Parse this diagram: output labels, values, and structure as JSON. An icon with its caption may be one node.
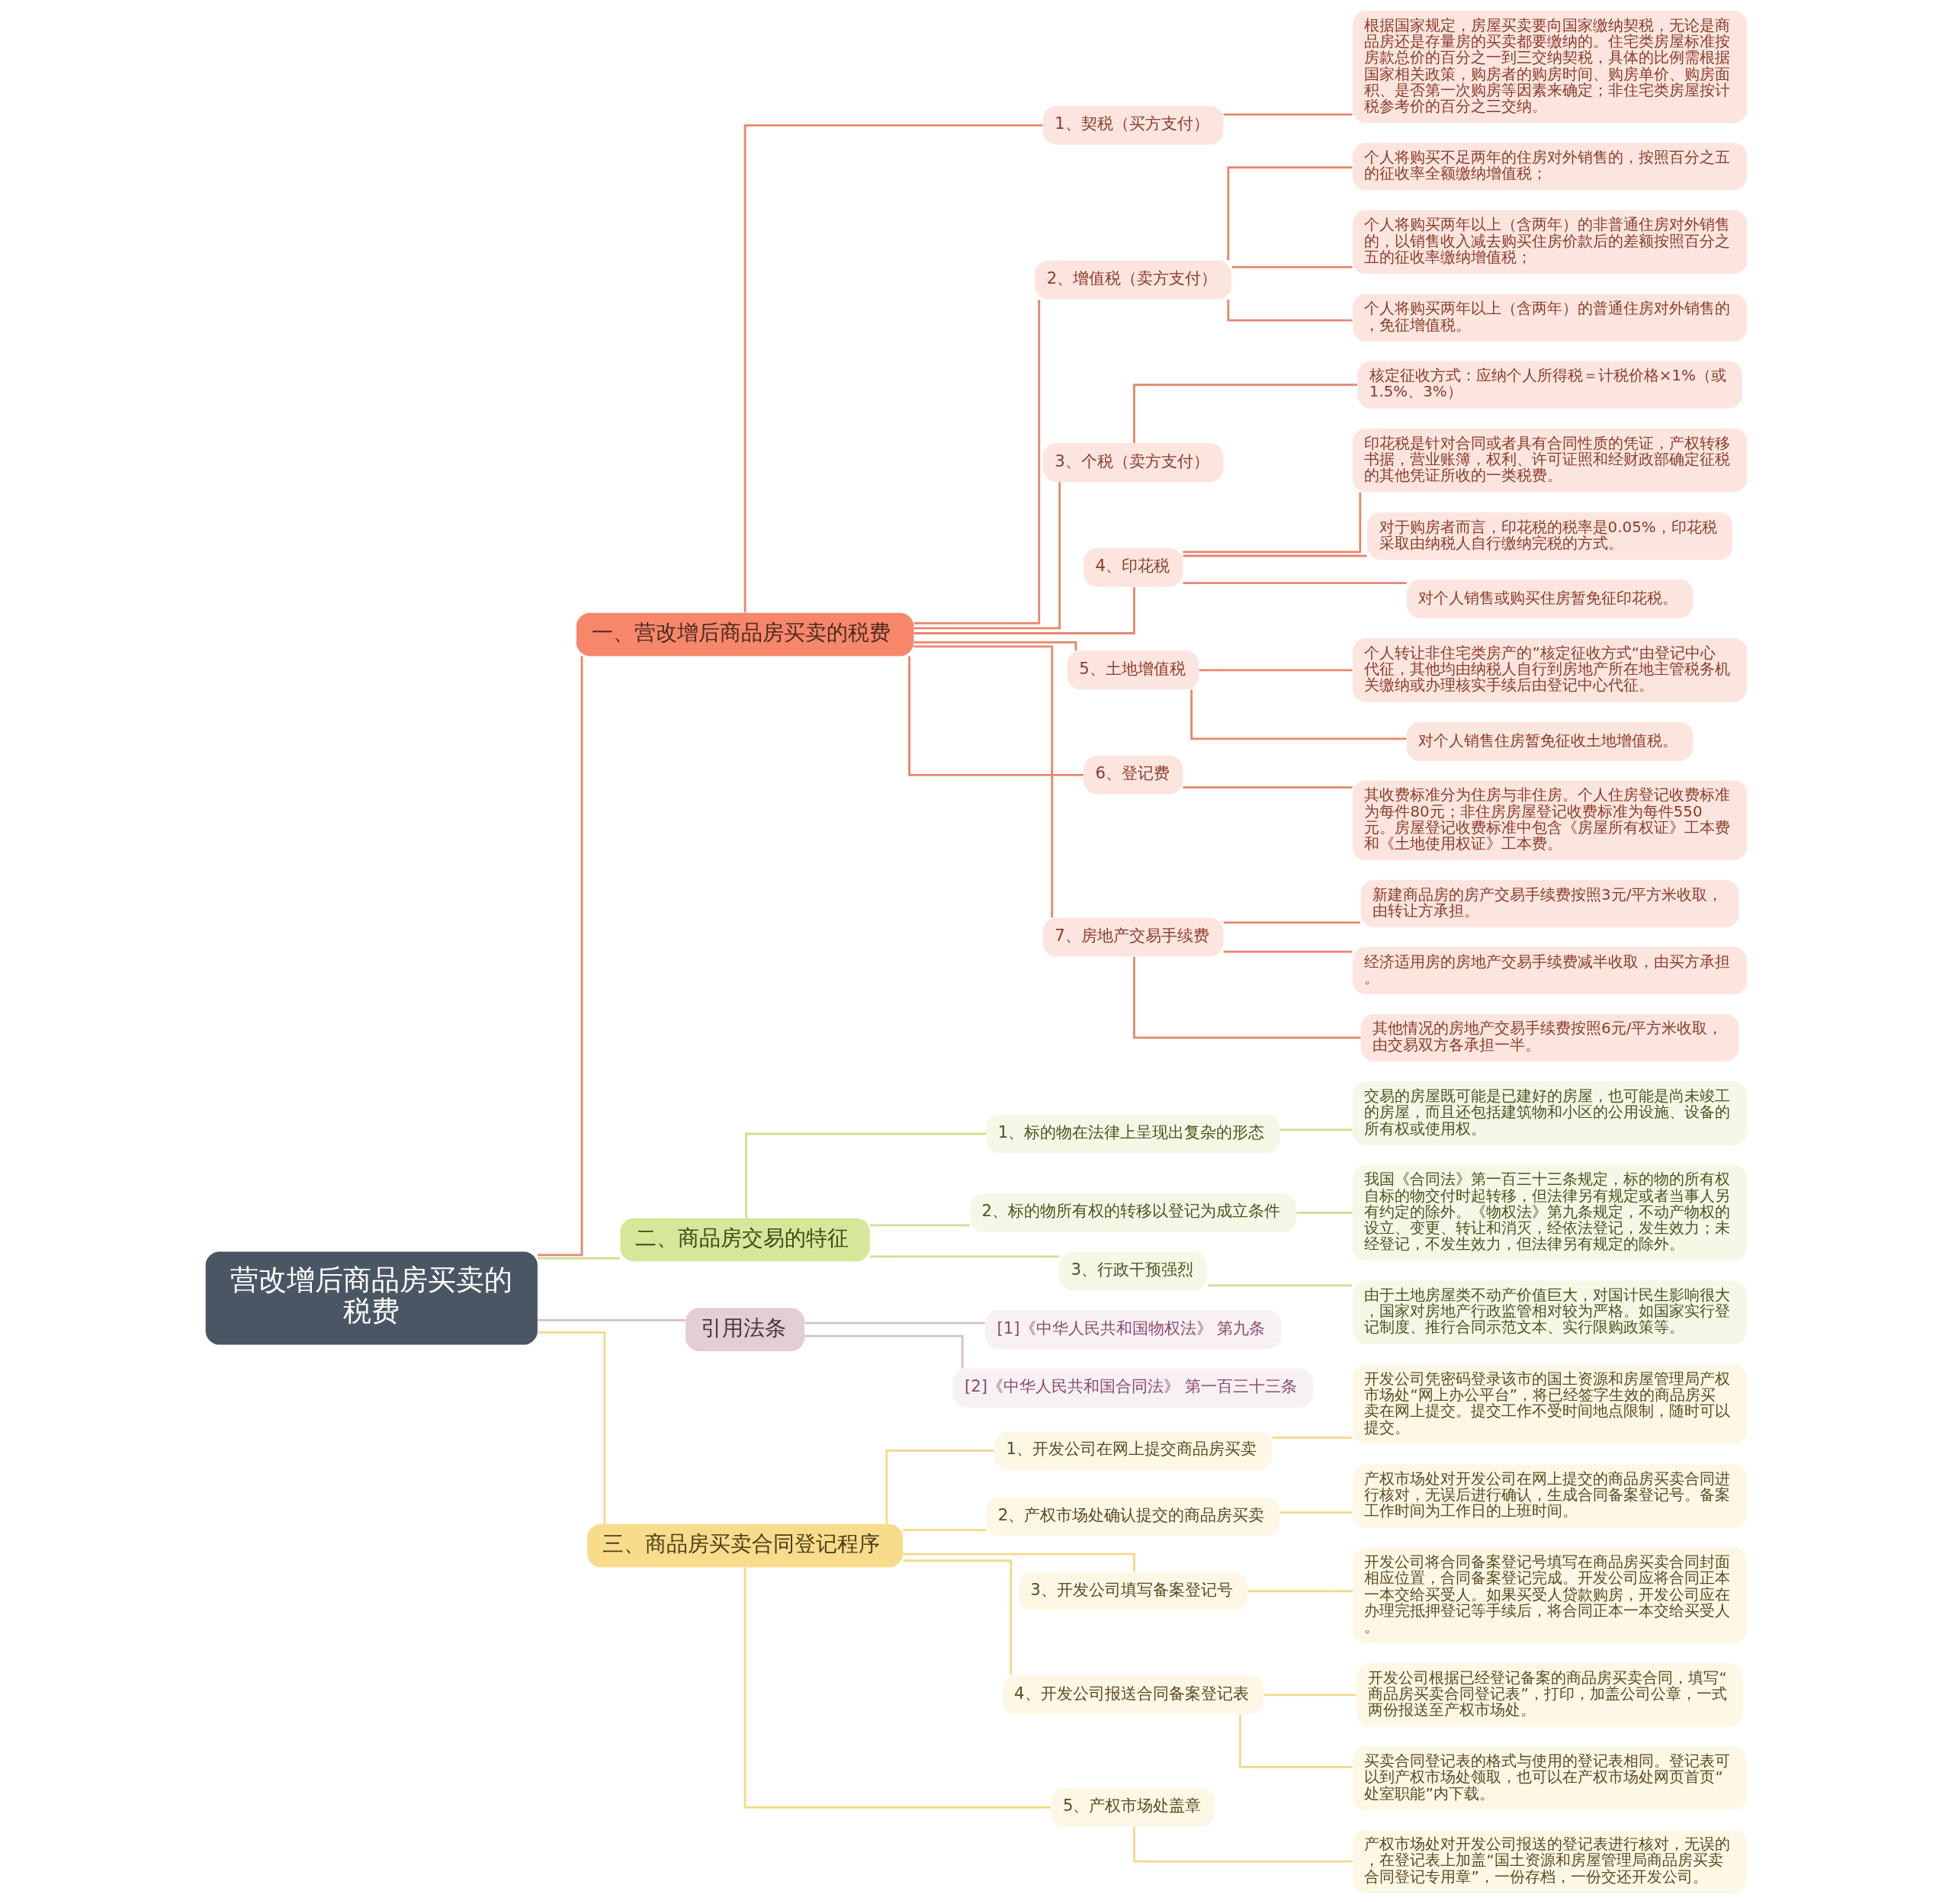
{
  "diagram": {
    "nodes": [
      {
        "text": [
          "营改增后商品房买卖的税费"
        ]
      },
      {
        "text": [
          "一、营改增后商品房买卖的税费"
        ]
      },
      {
        "text": [
          "1、契税（买方支付）"
        ]
      },
      {
        "text": [
          "根据国家规定，房屋买卖要向国家缴纳契税，无论是商品房还是存量房的买卖都要缴纳的。住宅类房屋标准按房款总价的百分之一到三交纳契税，具体的比例需根据国家相关政策，购房者的购房时间、购房单价、购房面积、是否第一次购房等因素来确定；非住宅类房屋按计税参考价的百分之三交纳。"
        ]
      },
      {
        "text": [
          "2、增值税（卖方支付）"
        ]
      },
      {
        "text": [
          "个人将购买不足两年的住房对外销售的，按照百分之五的征收率全额缴纳增值税；"
        ]
      },
      {
        "text": [
          "个人将购买两年以上（含两年）的非普通住房对外销售的，以销售收入减去购买住房价款后的差额按照百分之五的征收率缴纳增值税；"
        ]
      },
      {
        "text": [
          "个人将购买两年以上（含两年）的普通住房对外销售的，免征增值税。"
        ]
      },
      {
        "text": [
          "3、个税（卖方支付）"
        ]
      },
      {
        "text": [
          "核定征收方式：应纳个人所得税＝计税价格×1%（或1.5%、3%）"
        ]
      },
      {
        "text": [
          "4、印花税"
        ]
      },
      {
        "text": [
          "印花税是针对合同或者具有合同性质的凭证，产权转移书据，营业账簿，权利、许可证照和经财政部确定征税的其他凭证所收的一类税费。"
        ]
      },
      {
        "text": [
          "对于购房者而言，印花税的税率是0.05%，印花税采取由纳税人自行缴纳完税的方式。"
        ]
      },
      {
        "text": [
          "对个人销售或购买住房暂免征印花税。"
        ]
      },
      {
        "text": [
          "5、土地增值税"
        ]
      },
      {
        "text": [
          "个人转让非住宅类房产的”核定征收方式“由登记中心代征，其他均由纳税人自行到房地产所在地主管税务机关缴纳或办理核实手续后由登记中心代征。"
        ]
      },
      {
        "text": [
          "对个人销售住房暂免征收土地增值税。"
        ]
      },
      {
        "text": [
          "6、登记费"
        ]
      },
      {
        "text": [
          "其收费标准分为住房与非住房。个人住房登记收费标准为每件80元；非住房房屋登记收费标准为每件550元。房屋登记收费标准中包含《房屋所有权证》工本费和《土地使用权证》工本费。"
        ]
      },
      {
        "text": [
          "7、房地产交易手续费"
        ]
      },
      {
        "text": [
          "新建商品房的房产交易手续费按照3元/平方米收取，由转让方承担。"
        ]
      },
      {
        "text": [
          "经济适用房的房地产交易手续费减半收取，由买方承担。"
        ]
      },
      {
        "text": [
          "其他情况的房地产交易手续费按照6元/平方米收取，由交易双方各承担一半。"
        ]
      },
      {
        "text": [
          "二、商品房交易的特征"
        ]
      },
      {
        "text": [
          "1、标的物在法律上呈现出复杂的形态"
        ]
      },
      {
        "text": [
          "交易的房屋既可能是已建好的房屋，也可能是尚未竣工的房屋，而且还包括建筑物和小区的公用设施、设备的所有权或使用权。"
        ]
      },
      {
        "text": [
          "2、标的物所有权的转移以登记为成立条件"
        ]
      },
      {
        "text": [
          "我国《合同法》第一百三十三条规定，标的物的所有权自标的物交付时起转移，但法律另有规定或者当事人另有约定的除外。《物权法》第九条规定，不动产物权的设立、变更、转让和消灭，经依法登记，发生效力；未经登记，不发生效力，但法律另有规定的除外。"
        ]
      },
      {
        "text": [
          "3、行政干预强烈"
        ]
      },
      {
        "text": [
          "由于土地房屋类不动产价值巨大，对国计民生影响很大，国家对房地产行政监管相对较为严格。如国家实行登记制度、推行合同示范文本、实行限购政策等。"
        ]
      },
      {
        "text": [
          "引用法条"
        ]
      },
      {
        "text": [
          "[1]《中华人民共和国物权法》 第九条"
        ]
      },
      {
        "text": [
          "[2]《中华人民共和国合同法》 第一百三十三条"
        ]
      },
      {
        "text": [
          "三、商品房买卖合同登记程序"
        ]
      },
      {
        "text": [
          "1、开发公司在网上提交商品房买卖"
        ]
      },
      {
        "text": [
          "开发公司凭密码登录该市的国土资源和房屋管理局产权市场处“网上办公平台”，将已经签字生效的商品房买卖在网上提交。提交工作不受时间地点限制，随时可以提交。"
        ]
      },
      {
        "text": [
          "2、产权市场处确认提交的商品房买卖"
        ]
      },
      {
        "text": [
          "产权市场处对开发公司在网上提交的商品房买卖合同进行核对，无误后进行确认，生成合同备案登记号。备案工作时间为工作日的上班时间。"
        ]
      },
      {
        "text": [
          "3、开发公司填写备案登记号"
        ]
      },
      {
        "text": [
          "开发公司将合同备案登记号填写在商品房买卖合同封面相应位置，合同备案登记完成。开发公司应将合同正本一本交给买受人。如果买受人贷款购房，开发公司应在办理完抵押登记等手续后，将合同正本一本交给买受人。"
        ]
      },
      {
        "text": [
          "4、开发公司报送合同备案登记表"
        ]
      },
      {
        "text": [
          "开发公司根据已经登记备案的商品房买卖合同，填写“商品房买卖合同登记表”，打印，加盖公司公章，一式两份报送至产权市场处。"
        ]
      },
      {
        "text": [
          "买卖合同登记表的格式与使用的登记表相同。登记表可以到产权市场处领取，也可以在产权市场处网页首页“处室职能”内下载。"
        ]
      },
      {
        "text": [
          "5、产权市场处盖章"
        ]
      },
      {
        "text": [
          "产权市场处对开发公司报送的登记表进行核对，无误的，在登记表上加盖“国土资源和房屋管理局商品房买卖合同登记专用章”，一份存档，一份交还开发公司。"
        ]
      }
    ],
    "edges": [
      {
        "from": 0,
        "to": 1,
        "arrow": "none"
      },
      {
        "from": 1,
        "to": 2,
        "arrow": "none"
      },
      {
        "from": 2,
        "to": 3,
        "arrow": "none"
      },
      {
        "from": 1,
        "to": 4,
        "arrow": "none"
      },
      {
        "from": 4,
        "to": 5,
        "arrow": "none"
      },
      {
        "from": 4,
        "to": 6,
        "arrow": "none"
      },
      {
        "from": 4,
        "to": 7,
        "arrow": "none"
      },
      {
        "from": 1,
        "to": 8,
        "arrow": "none"
      },
      {
        "from": 8,
        "to": 9,
        "arrow": "none"
      },
      {
        "from": 1,
        "to": 10,
        "arrow": "none"
      },
      {
        "from": 10,
        "to": 11,
        "arrow": "none"
      },
      {
        "from": 10,
        "to": 12,
        "arrow": "none"
      },
      {
        "from": 10,
        "to": 13,
        "arrow": "none"
      },
      {
        "from": 1,
        "to": 14,
        "arrow": "none"
      },
      {
        "from": 14,
        "to": 15,
        "arrow": "none"
      },
      {
        "from": 14,
        "to": 16,
        "arrow": "none"
      },
      {
        "from": 1,
        "to": 17,
        "arrow": "none"
      },
      {
        "from": 17,
        "to": 18,
        "arrow": "none"
      },
      {
        "from": 1,
        "to": 19,
        "arrow": "none"
      },
      {
        "from": 19,
        "to": 20,
        "arrow": "none"
      },
      {
        "from": 19,
        "to": 21,
        "arrow": "none"
      },
      {
        "from": 19,
        "to": 22,
        "arrow": "none"
      },
      {
        "from": 0,
        "to": 23,
        "arrow": "none",
        "color": "#cfe08f"
      },
      {
        "from": 23,
        "to": 24,
        "arrow": "none",
        "color": "#cfe08f"
      },
      {
        "from": 24,
        "to": 25,
        "arrow": "none",
        "color": "#cfe08f"
      },
      {
        "from": 23,
        "to": 26,
        "arrow": "none",
        "color": "#cfe08f"
      },
      {
        "from": 26,
        "to": 27,
        "arrow": "none",
        "color": "#cfe08f"
      },
      {
        "from": 23,
        "to": 28,
        "arrow": "none",
        "color": "#cfe08f"
      },
      {
        "from": 28,
        "to": 29,
        "arrow": "none",
        "color": "#cfe08f"
      },
      {
        "from": 0,
        "to": 30,
        "arrow": "none",
        "color": "#d3c0c8"
      },
      {
        "from": 30,
        "to": 31,
        "arrow": "none",
        "color": "#d3c0c8"
      },
      {
        "from": 30,
        "to": 32,
        "arrow": "none",
        "color": "#d3c0c8"
      },
      {
        "from": 0,
        "to": 33,
        "arrow": "none",
        "color": "#f3d98a"
      },
      {
        "from": 33,
        "to": 34,
        "arrow": "none",
        "color": "#f3d98a"
      },
      {
        "from": 34,
        "to": 35,
        "arrow": "none",
        "color": "#f3d98a"
      },
      {
        "from": 33,
        "to": 36,
        "arrow": "none",
        "color": "#f3d98a"
      },
      {
        "from": 36,
        "to": 37,
        "arrow": "none",
        "color": "#f3d98a"
      },
      {
        "from": 33,
        "to": 38,
        "arrow": "none",
        "color": "#f3d98a"
      },
      {
        "from": 38,
        "to": 39,
        "arrow": "none",
        "color": "#f3d98a"
      },
      {
        "from": 33,
        "to": 40,
        "arrow": "none",
        "color": "#f3d98a"
      },
      {
        "from": 40,
        "to": 41,
        "arrow": "none",
        "color": "#f3d98a"
      },
      {
        "from": 40,
        "to": 42,
        "arrow": "none",
        "color": "#f3d98a"
      },
      {
        "from": 33,
        "to": 43,
        "arrow": "none",
        "color": "#f3d98a"
      },
      {
        "from": 43,
        "to": 44,
        "arrow": "none",
        "color": "#f3d98a"
      }
    ]
  }
}
